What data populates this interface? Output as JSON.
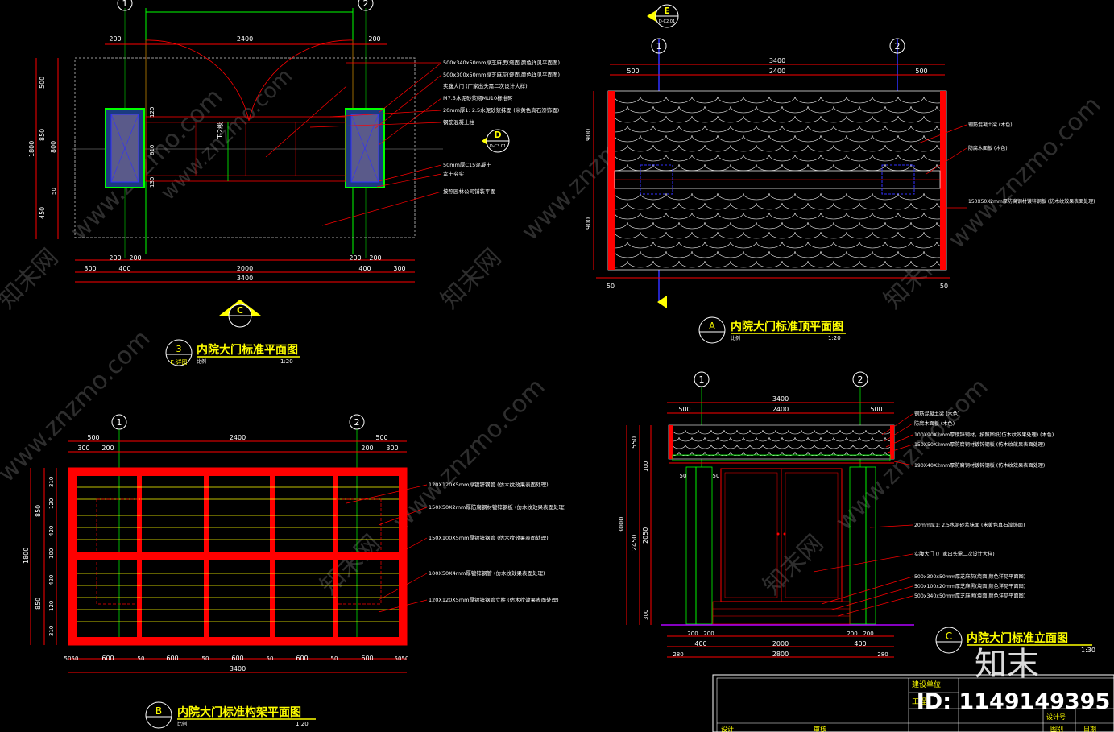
{
  "colors": {
    "background": "#000000",
    "red": "#ff0000",
    "yellow": "#ffff00",
    "green": "#00ff00",
    "white": "#ffffff",
    "grey": "#9a9a9a",
    "blue": "#3030ff",
    "cyan": "#00c8ff",
    "purple": "#b000ff",
    "dark_red": "#c00000"
  },
  "watermark": {
    "cn": "知末网",
    "url": "www.znzmo.com",
    "logo": "知末",
    "id": "ID: 1149149395"
  },
  "drawing3": {
    "number": "3",
    "sheet": "E-详图",
    "title": "内院大门标准平面图",
    "scale": "1:20",
    "note": "比例",
    "grid": [
      "1",
      "2"
    ],
    "top_dims": [
      "200",
      "2400",
      "200"
    ],
    "bottom_dims1": [
      "300",
      "200",
      "200",
      "2000",
      "200",
      "200",
      "300"
    ],
    "bottom_dims2": [
      "400",
      "400"
    ],
    "total": "3400",
    "left_dims": [
      "500",
      "850",
      "50",
      "450"
    ],
    "left_total": "1800",
    "left_inner": [
      "800"
    ],
    "inner": [
      "120",
      "610",
      "130",
      "T-2级"
    ],
    "callouts": [
      "500x340x50mm厚芝麻黑(烧面,颜色详见平面图)",
      "500x300x50mm厚芝麻灰(烧面,颜色详见平面图)",
      "实腹大门 (厂家出头需二次设计大样)",
      "M7.5水泥砂浆砌MU10标准砖",
      "20mm厚1: 2.5水泥砂浆抹面 (米黄色真石漆饰面)",
      "钢筋混凝土柱",
      "50mm厚C15混凝土",
      "素土夯实",
      "按照园林公司铺装平面"
    ],
    "marker_d": "D",
    "marker_d_sub": "D-C3.01",
    "marker_c": "C"
  },
  "drawingA": {
    "letter": "A",
    "title": "内院大门标准顶平面图",
    "scale": "1:20",
    "note": "比例",
    "marker_e": "E",
    "marker_e_sub": "D-C2.01",
    "grid": [
      "1",
      "2"
    ],
    "top_dims": [
      "500",
      "2400",
      "500"
    ],
    "total": "3400",
    "left_dims": [
      "900",
      "900"
    ],
    "bottom_dims": [
      "50",
      "50"
    ],
    "callouts": [
      "钢筋混凝土梁 (木色)",
      "防腐木面板 (木色)",
      "150X50X2mm厚防腐钢材镀锌钢板 (仿木纹效果表面处理)"
    ]
  },
  "drawingB": {
    "letter": "B",
    "title": "内院大门标准构架平面图",
    "scale": "1:20",
    "note": "比例",
    "grid": [
      "1",
      "2"
    ],
    "top_dims1": [
      "500",
      "2400",
      "500"
    ],
    "top_dims2": [
      "300",
      "200",
      "200",
      "300"
    ],
    "bottom_dims": [
      "50",
      "50",
      "600",
      "50",
      "600",
      "50",
      "600",
      "50",
      "600",
      "50",
      "600",
      "50",
      "50"
    ],
    "total": "3400",
    "left_dims": [
      "310",
      "120",
      "420",
      "100",
      "420",
      "120",
      "310"
    ],
    "left_mid": [
      "850",
      "850"
    ],
    "left_total": "1800",
    "callouts": [
      "120X120X5mm厚镀锌钢管 (仿木纹效果表面处理)",
      "150X50X2mm厚防腐钢材镀锌钢板 (仿木纹效果表面处理)",
      "150X100X5mm厚镀锌钢管 (仿木纹效果表面处理)",
      "100X50X4mm厚镀锌钢管 (仿木纹效果表面处理)",
      "120X120X5mm厚镀锌钢管立柱 (仿木纹效果表面处理)"
    ]
  },
  "drawingC": {
    "letter": "C",
    "title": "内院大门标准立面图",
    "scale": "1:30",
    "grid": [
      "1",
      "2"
    ],
    "top_dims": [
      "500",
      "2400",
      "500"
    ],
    "total": "3400",
    "left_dims": [
      "550",
      "100",
      "2050",
      "300"
    ],
    "left_outer": [
      "3000",
      "2450"
    ],
    "inner_dims": [
      "50",
      "50"
    ],
    "bottom_dims1": [
      "200",
      "200",
      "2000",
      "200",
      "200"
    ],
    "bottom_dims2": [
      "400",
      "400"
    ],
    "bottom_dims3": [
      "280",
      "2800",
      "280"
    ],
    "callouts": [
      "钢筋混凝土梁 (木色)",
      "防腐木面板 (木色)",
      "100X90X2mm厚镀锌钢材，按照图纸(仿木纹效果处理) (木色)",
      "150X50X2mm厚防腐钢材镀锌钢板 (仿木纹效果表面处理)",
      "190X40X2mm厚防腐钢材镀锌钢板 (仿木纹效果表面处理)",
      "20mm厚1: 2.5水泥砂浆抹面 (米黄色真石漆饰面)",
      "实腹大门 (厂家出头需二次设计大样)",
      "500x300x50mm厚芝麻灰(烧面,颜色详见平面图)",
      "500x100x20mm厚芝麻黑(烧面,颜色详见平面图)",
      "500x340x50mm厚芝麻黑(烧面,颜色详见平面图)"
    ]
  },
  "title_block": {
    "unit": "建设单位",
    "project": "工程",
    "design_no": "设计号",
    "drawing_no": "图别",
    "date": "日期",
    "design": "设计",
    "review": "审核"
  }
}
